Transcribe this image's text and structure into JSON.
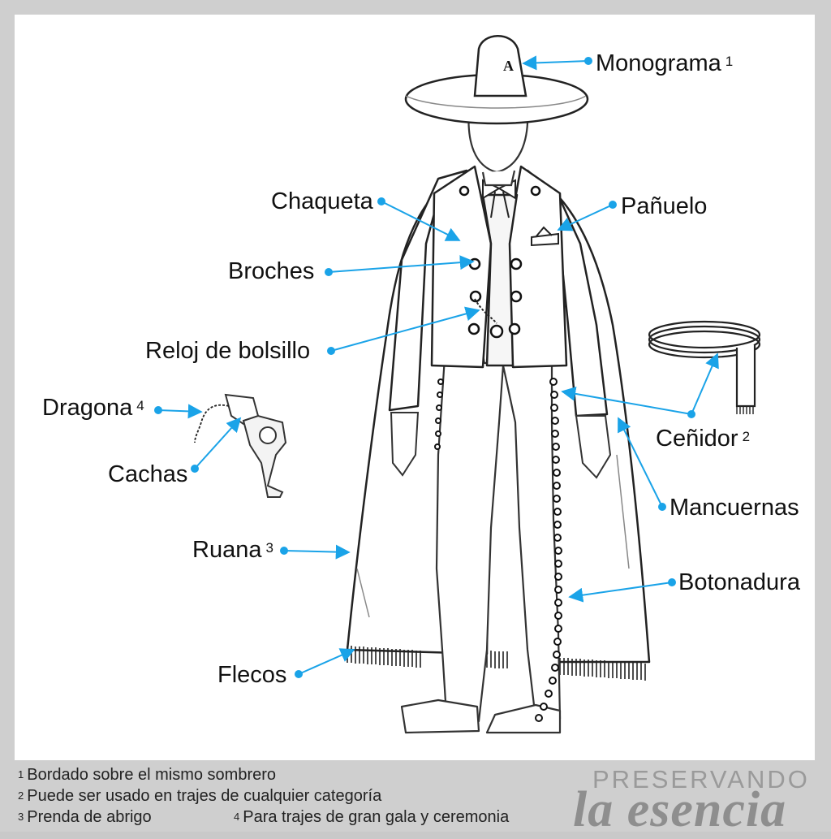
{
  "labels": {
    "monograma": {
      "text": "Monograma",
      "note": "1"
    },
    "chaqueta": {
      "text": "Chaqueta"
    },
    "panuelo": {
      "text": "Pañuelo"
    },
    "broches": {
      "text": "Broches"
    },
    "reloj": {
      "text": "Reloj de bolsillo"
    },
    "dragona": {
      "text": "Dragona",
      "note": "4"
    },
    "cenidor": {
      "text": "Ceñidor",
      "note": "2"
    },
    "cachas": {
      "text": "Cachas"
    },
    "mancuernas": {
      "text": "Mancuernas"
    },
    "ruana": {
      "text": "Ruana",
      "note": "3"
    },
    "botonadura": {
      "text": "Botonadura"
    },
    "flecos": {
      "text": "Flecos"
    }
  },
  "footnotes": [
    {
      "num": "1",
      "text": "Bordado sobre el mismo sombrero"
    },
    {
      "num": "2",
      "text": "Puede ser usado en trajes de cualquier categoría"
    },
    {
      "num": "3",
      "text": "Prenda de abrigo"
    },
    {
      "num": "4",
      "text": "Para trajes de gran gala y ceremonia"
    }
  ],
  "brand": {
    "top": "PRESERVANDO",
    "bottom": "la esencia"
  },
  "colors": {
    "accent": "#1aa3e8",
    "line": "#1a1a1a",
    "background": "#ffffff",
    "frame": "#cfcfcf"
  }
}
